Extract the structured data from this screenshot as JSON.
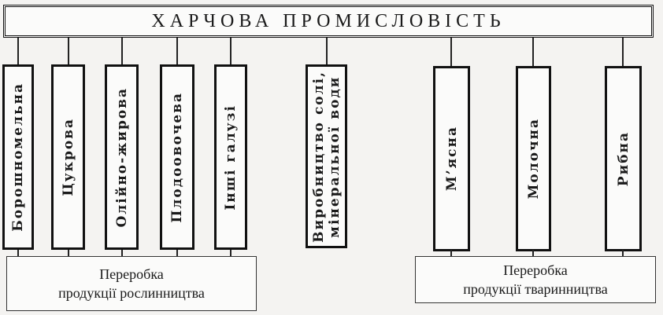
{
  "title": "ХАРЧОВА ПРОМИСЛОВІСТЬ",
  "branches": [
    {
      "label": "Борошномельна"
    },
    {
      "label": "Цукрова"
    },
    {
      "label": "Олійно-жирова"
    },
    {
      "label": "Плодоовочева"
    },
    {
      "label": "Інші галузі"
    },
    {
      "line1": "Виробництво солі,",
      "line2": "мінеральної води"
    },
    {
      "label": "М’ясна"
    },
    {
      "label": "Молочна"
    },
    {
      "label": "Рибна"
    }
  ],
  "groups": {
    "plant": {
      "line1": "Переробка",
      "line2": "продукції рослинництва"
    },
    "animal": {
      "line1": "Переробка",
      "line2": "продукції тваринництва"
    }
  }
}
